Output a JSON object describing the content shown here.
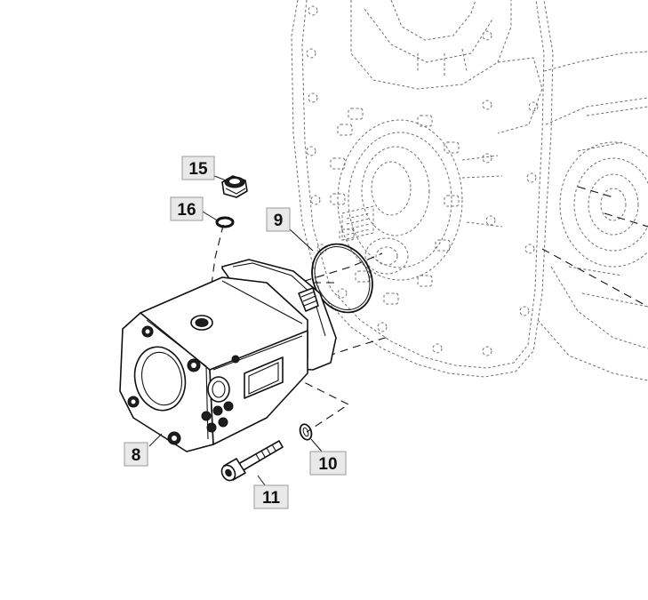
{
  "callouts": [
    {
      "id": "8",
      "label": "8"
    },
    {
      "id": "9",
      "label": "9"
    },
    {
      "id": "10",
      "label": "10"
    },
    {
      "id": "11",
      "label": "11"
    },
    {
      "id": "15",
      "label": "15"
    },
    {
      "id": "16",
      "label": "16"
    }
  ],
  "colors": {
    "callout_fill": "#e9e9e9",
    "callout_border": "#9a9a9a",
    "line": "#111111",
    "ghost_line": "#6f6f6f"
  }
}
